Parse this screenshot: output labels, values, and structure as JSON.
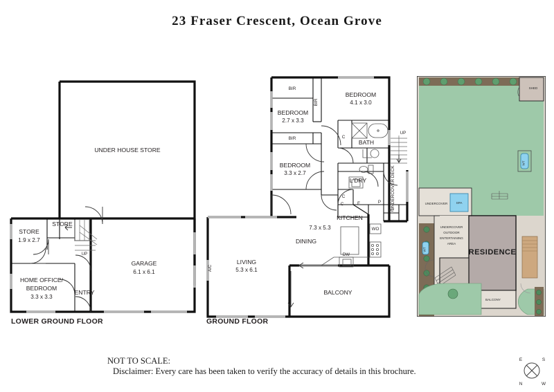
{
  "title": "23 Fraser Crescent, Ocean Grove",
  "notice": {
    "line1": "NOT TO SCALE:",
    "line2": "Disclaimer: Every care has been taken to verify the accuracy of details in this brochure."
  },
  "compass": {
    "n": "N",
    "e": "E",
    "s": "S",
    "w": "W"
  },
  "floors": [
    {
      "id": "lower-ground",
      "caption": "LOWER GROUND FLOOR"
    },
    {
      "id": "ground",
      "caption": "GROUND FLOOR"
    }
  ],
  "lower_ground": {
    "rooms": [
      {
        "name": "UNDER HOUSE STORE",
        "dim": ""
      },
      {
        "name": "STORE",
        "dim": "1.9 x 2.7"
      },
      {
        "name": "STORE",
        "dim": ""
      },
      {
        "name": "HOME OFFICE/",
        "name2": "BEDROOM",
        "dim": "3.3 x 3.3"
      },
      {
        "name": "ENTRY",
        "dim": ""
      },
      {
        "name": "GARAGE",
        "dim": "6.1 x 6.1"
      }
    ],
    "markers": [
      {
        "label": "UP"
      }
    ]
  },
  "ground": {
    "rooms": [
      {
        "name": "BEDROOM",
        "dim": "2.7 x 3.3"
      },
      {
        "name": "BEDROOM",
        "dim": "4.1 x 3.0"
      },
      {
        "name": "BEDROOM",
        "dim": "3.3 x 2.7"
      },
      {
        "name": "BATH",
        "dim": ""
      },
      {
        "name": "L'DRY",
        "dim": ""
      },
      {
        "name": "KITCHEN",
        "dim": ""
      },
      {
        "name": "DINING",
        "dim": "7.3 x 5.3"
      },
      {
        "name": "LIVING",
        "dim": "5.3 x 6.1"
      },
      {
        "name": "BALCONY",
        "dim": ""
      },
      {
        "name": "UNDERCOVER DECK",
        "dim": ""
      }
    ],
    "labels": {
      "bir1": "BIR",
      "bir2": "BIR",
      "bir3": "BIR",
      "c1": "C",
      "c2": "C",
      "c3": "C",
      "c4": "C",
      "f": "F",
      "p": "P",
      "wo": "WO",
      "dw": "DW",
      "ac": "A/C",
      "up": "UP",
      "undercover_deck": "UNDERCOVER DECK"
    }
  },
  "site": {
    "labels": {
      "shed": "SHED",
      "spa": "SPA",
      "undercover": "UNDERCOVER",
      "entertaining": [
        "UNDERCOVER",
        "OUTDOOR",
        "ENTERTAINING",
        "AREA"
      ],
      "residence": "RESIDENCE",
      "balcony": "BALCONY",
      "wt1": "WT",
      "wt2": "WT"
    },
    "colors": {
      "lawn": "#9ec9a9",
      "garden_bed": "#7d6c57",
      "paving": "#dcd6cd",
      "residence": "#b4aaa8",
      "deck": "#cda87f",
      "spa": "#8fd2ef",
      "shed": "#cdc2ba",
      "outline": "#2b2b2b"
    }
  }
}
